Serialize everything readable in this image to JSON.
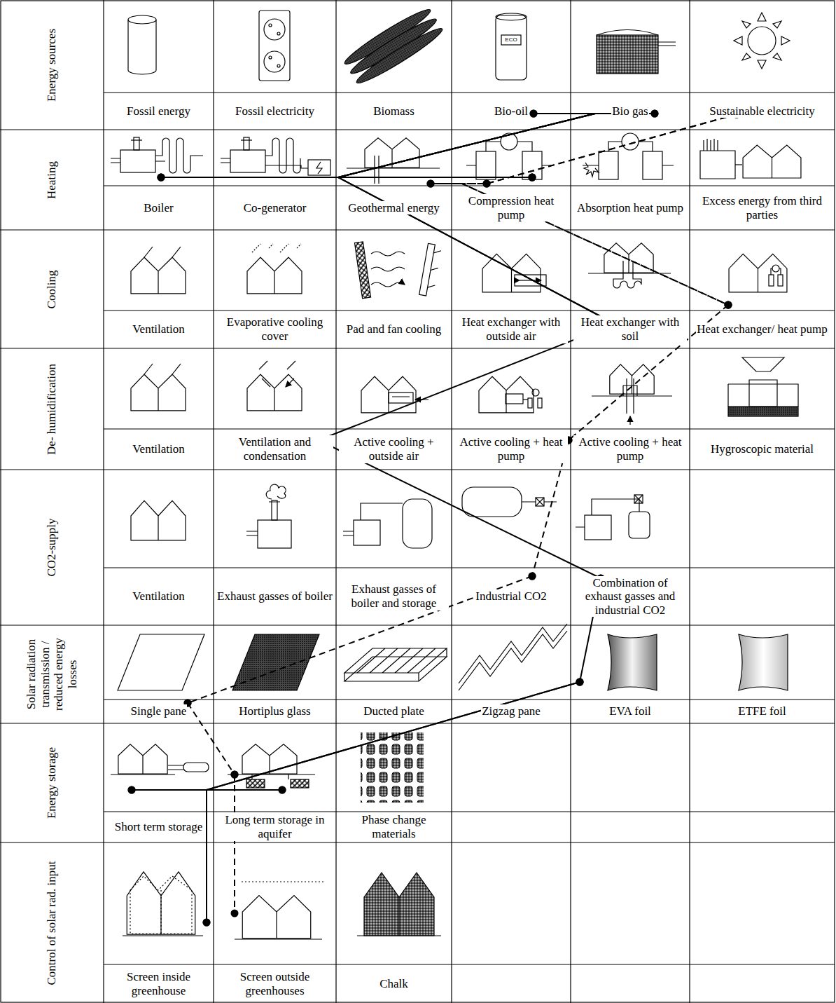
{
  "diagram": {
    "nodes": [
      {
        "text": [
          "Energy sources"
        ]
      },
      {
        "text": [
          "Fossil energy"
        ]
      },
      {
        "text": [
          "Fossil electricity"
        ]
      },
      {
        "text": [
          "Biomass"
        ]
      },
      {
        "text": [
          "Bio-oil"
        ]
      },
      {
        "text": [
          "Bio gas"
        ]
      },
      {
        "text": [
          "Sustainable electricity"
        ]
      },
      {
        "text": [
          "Heating"
        ]
      },
      {
        "text": [
          "Boiler"
        ]
      },
      {
        "text": [
          "Co-generator"
        ]
      },
      {
        "text": [
          "Geothermal energy"
        ]
      },
      {
        "text": [
          "Compression heat pump"
        ]
      },
      {
        "text": [
          "Absorption heat pump"
        ]
      },
      {
        "text": [
          "Excess energy from third parties"
        ]
      },
      {
        "text": [
          "Cooling"
        ]
      },
      {
        "text": [
          "Ventilation"
        ]
      },
      {
        "text": [
          "Evaporative cooling cover"
        ]
      },
      {
        "text": [
          "Pad and fan cooling"
        ]
      },
      {
        "text": [
          "Heat exchanger with outside air"
        ]
      },
      {
        "text": [
          "Heat exchanger with soil"
        ]
      },
      {
        "text": [
          "Heat exchanger/ heat pump"
        ]
      },
      {
        "text": [
          "De- humidification"
        ]
      },
      {
        "text": [
          "Ventilation"
        ]
      },
      {
        "text": [
          "Ventilation and condensation"
        ]
      },
      {
        "text": [
          "Active cooling + outside air"
        ]
      },
      {
        "text": [
          "Active cooling + heat pump"
        ]
      },
      {
        "text": [
          "Active cooling + heat pump"
        ]
      },
      {
        "text": [
          "Hygroscopic material"
        ]
      },
      {
        "text": [
          "CO2-supply"
        ]
      },
      {
        "text": [
          "Ventilation"
        ]
      },
      {
        "text": [
          "Exhaust gasses of boiler"
        ]
      },
      {
        "text": [
          "Exhaust gasses of boiler and storage"
        ]
      },
      {
        "text": [
          "Industrial CO2"
        ]
      },
      {
        "text": [
          "Combination of exhaust gasses and industrial CO2"
        ]
      },
      {
        "text": [
          "Solar radiation transmission / reduced energy losses"
        ]
      },
      {
        "text": [
          "Single pane"
        ]
      },
      {
        "text": [
          "Hortiplus glass"
        ]
      },
      {
        "text": [
          "Ducted plate"
        ]
      },
      {
        "text": [
          "Zigzag pane"
        ]
      },
      {
        "text": [
          "EVA foil"
        ]
      },
      {
        "text": [
          "ETFE foil"
        ]
      },
      {
        "text": [
          "Energy storage"
        ]
      },
      {
        "text": [
          "Short term storage"
        ]
      },
      {
        "text": [
          "Long term storage in aquifer"
        ]
      },
      {
        "text": [
          "Phase change materials"
        ]
      },
      {
        "text": [
          "Control of solar rad. input"
        ]
      },
      {
        "text": [
          "Screen inside greenhouse"
        ]
      },
      {
        "text": [
          "Screen outside greenhouses"
        ]
      },
      {
        "text": [
          "Chalk"
        ]
      }
    ],
    "edges": [
      {
        "from": 4,
        "to": 8,
        "arrow": "none"
      },
      {
        "from": 4,
        "to": 11,
        "arrow": "none"
      },
      {
        "from": 5,
        "to": 8,
        "arrow": "none"
      },
      {
        "from": 5,
        "to": 11,
        "arrow": "none"
      },
      {
        "from": 8,
        "to": 19,
        "arrow": "none"
      },
      {
        "from": 11,
        "to": 19,
        "arrow": "none"
      },
      {
        "from": 19,
        "to": 23,
        "arrow": "none"
      },
      {
        "from": 23,
        "to": 33,
        "arrow": "none"
      },
      {
        "from": 33,
        "to": 39,
        "arrow": "none"
      },
      {
        "from": 39,
        "to": 42,
        "arrow": "none"
      },
      {
        "from": 39,
        "to": 43,
        "arrow": "none"
      },
      {
        "from": 42,
        "to": 46,
        "arrow": "none"
      },
      {
        "from": 43,
        "to": 46,
        "arrow": "none"
      },
      {
        "from": 6,
        "to": 10,
        "arrow": "none"
      },
      {
        "from": 6,
        "to": 11,
        "arrow": "none"
      },
      {
        "from": 10,
        "to": 20,
        "arrow": "none"
      },
      {
        "from": 11,
        "to": 20,
        "arrow": "none"
      },
      {
        "from": 20,
        "to": 25,
        "arrow": "none"
      },
      {
        "from": 25,
        "to": 32,
        "arrow": "none"
      },
      {
        "from": 32,
        "to": 35,
        "arrow": "none"
      },
      {
        "from": 35,
        "to": 43,
        "arrow": "none"
      },
      {
        "from": 43,
        "to": 47,
        "arrow": "none"
      }
    ],
    "labels": [
      "ECO"
    ]
  }
}
